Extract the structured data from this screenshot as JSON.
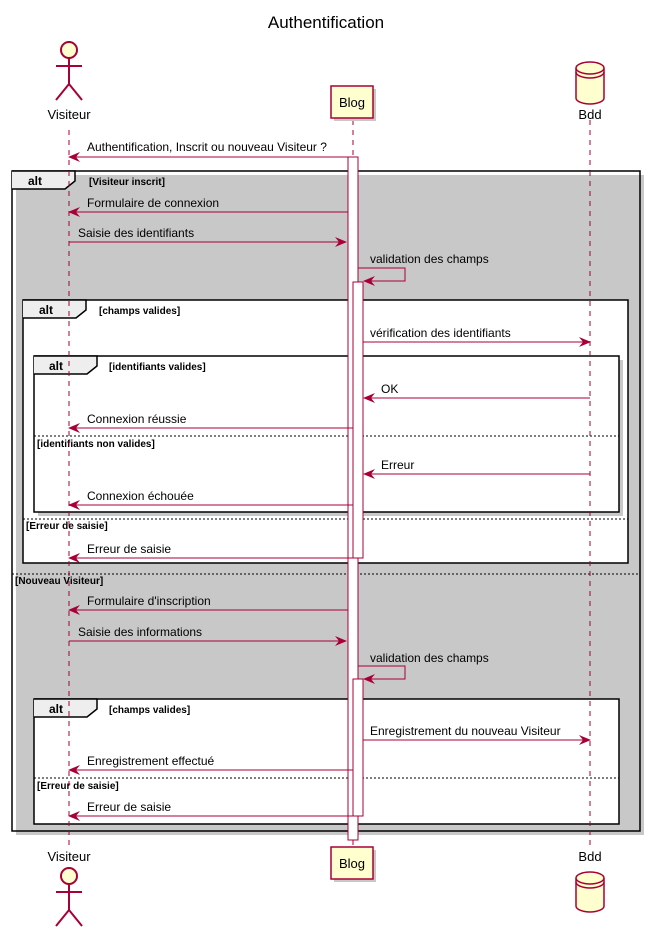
{
  "title": "Authentification",
  "participants": {
    "visiteur": {
      "label": "Visiteur",
      "kind": "actor"
    },
    "blog": {
      "label": "Blog",
      "kind": "participant"
    },
    "bdd": {
      "label": "Bdd",
      "kind": "database"
    }
  },
  "messages": [
    {
      "id": "m1",
      "from": "blog",
      "to": "visiteur",
      "text": "Authentification, Inscrit ou nouveau Visiteur ?"
    },
    {
      "id": "m2",
      "from": "blog",
      "to": "visiteur",
      "text": "Formulaire de connexion"
    },
    {
      "id": "m3",
      "from": "visiteur",
      "to": "blog",
      "text": "Saisie des identifiants"
    },
    {
      "id": "m4",
      "from": "blog",
      "to": "blog",
      "text": "validation des champs"
    },
    {
      "id": "m5",
      "from": "blog",
      "to": "bdd",
      "text": "vérification des identifiants"
    },
    {
      "id": "m6",
      "from": "bdd",
      "to": "blog",
      "text": "OK"
    },
    {
      "id": "m7",
      "from": "blog",
      "to": "visiteur",
      "text": "Connexion réussie"
    },
    {
      "id": "m8",
      "from": "bdd",
      "to": "blog",
      "text": "Erreur"
    },
    {
      "id": "m9",
      "from": "blog",
      "to": "visiteur",
      "text": "Connexion échouée"
    },
    {
      "id": "m10",
      "from": "blog",
      "to": "visiteur",
      "text": "Erreur de saisie"
    },
    {
      "id": "m11",
      "from": "blog",
      "to": "visiteur",
      "text": "Formulaire d'inscription"
    },
    {
      "id": "m12",
      "from": "visiteur",
      "to": "blog",
      "text": "Saisie des informations"
    },
    {
      "id": "m13",
      "from": "blog",
      "to": "blog",
      "text": "validation des champs"
    },
    {
      "id": "m14",
      "from": "blog",
      "to": "bdd",
      "text": "Enregistrement du nouveau Visiteur"
    },
    {
      "id": "m15",
      "from": "blog",
      "to": "visiteur",
      "text": "Enregistrement effectué"
    },
    {
      "id": "m16",
      "from": "blog",
      "to": "visiteur",
      "text": "Erreur de saisie"
    }
  ],
  "fragments": {
    "f1": {
      "keyword": "alt",
      "guard": "[Visiteur inscrit]",
      "else_guard": "[Nouveau Visiteur]"
    },
    "f2": {
      "keyword": "alt",
      "guard": "[champs valides]",
      "else_guard": "[Erreur de saisie]"
    },
    "f3": {
      "keyword": "alt",
      "guard": "[identifiants valides]",
      "else_guard": "[identifiants non valides]"
    },
    "f4": {
      "keyword": "alt",
      "guard": "[champs valides]",
      "else_guard": "[Erreur de saisie]"
    }
  },
  "colors": {
    "arrow": "#A80036",
    "participant_fill": "#FEFECE",
    "participant_border": "#A80036",
    "lifeline": "#A80036",
    "frame": "#000000",
    "shadow": "#C8C8C8"
  }
}
